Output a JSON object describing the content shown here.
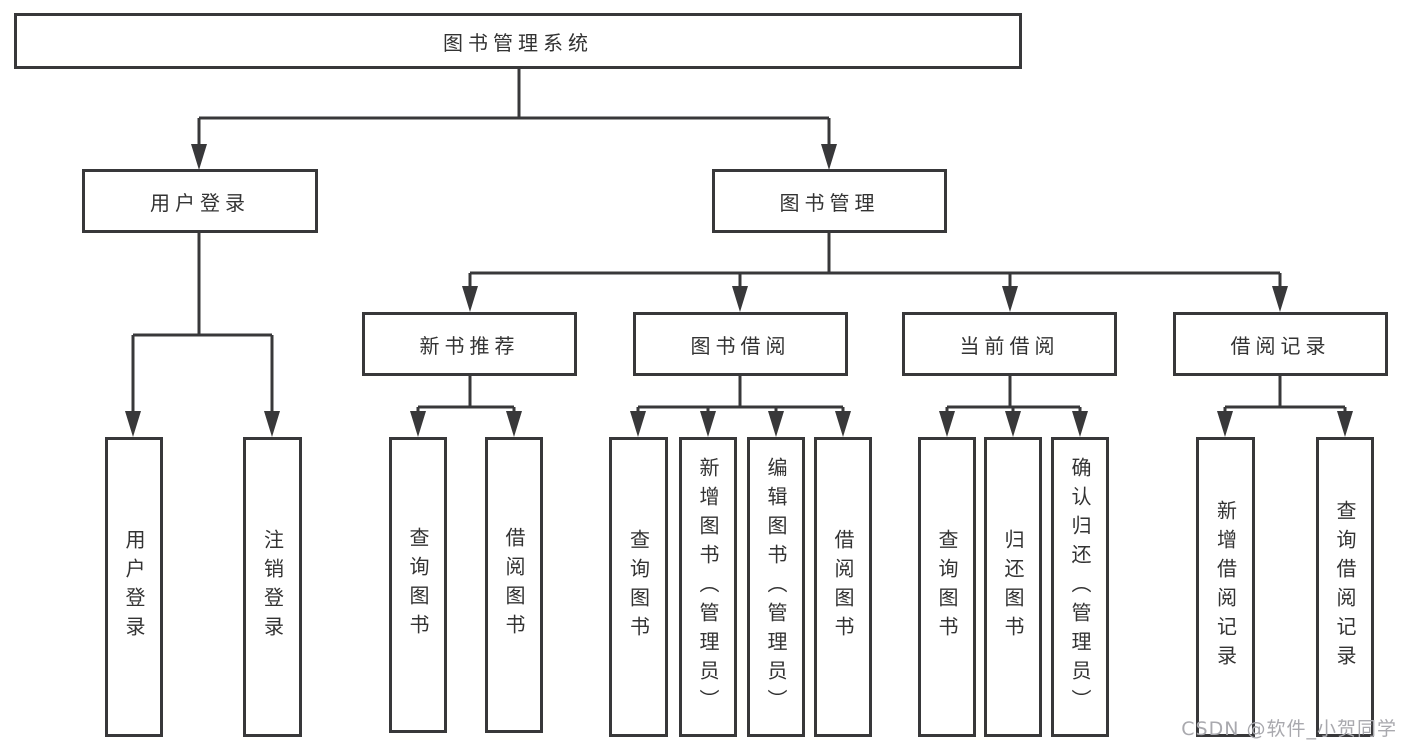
{
  "diagram": {
    "root": {
      "label": "图书管理系统"
    },
    "branches": [
      {
        "label": "用户登录",
        "children": [
          {
            "label": "用户登录"
          },
          {
            "label": "注销登录"
          }
        ]
      },
      {
        "label": "图书管理",
        "children": [
          {
            "label": "新书推荐",
            "children": [
              {
                "label": "查询图书"
              },
              {
                "label": "借阅图书"
              }
            ]
          },
          {
            "label": "图书借阅",
            "children": [
              {
                "label": "查询图书"
              },
              {
                "label": "新增图书（管理员）"
              },
              {
                "label": "编辑图书（管理员）"
              },
              {
                "label": "借阅图书"
              }
            ]
          },
          {
            "label": "当前借阅",
            "children": [
              {
                "label": "查询图书"
              },
              {
                "label": "归还图书"
              },
              {
                "label": "确认归还（管理员）"
              }
            ]
          },
          {
            "label": "借阅记录",
            "children": [
              {
                "label": "新增借阅记录"
              },
              {
                "label": "查询借阅记录"
              }
            ]
          }
        ]
      }
    ]
  },
  "watermark": {
    "text": "CSDN @软件_小贺同学"
  },
  "colors": {
    "background": "#ffffff",
    "line": "#38383a",
    "box_border": "#38383a",
    "text": "#333333",
    "watermark": "#a9a9ae"
  }
}
